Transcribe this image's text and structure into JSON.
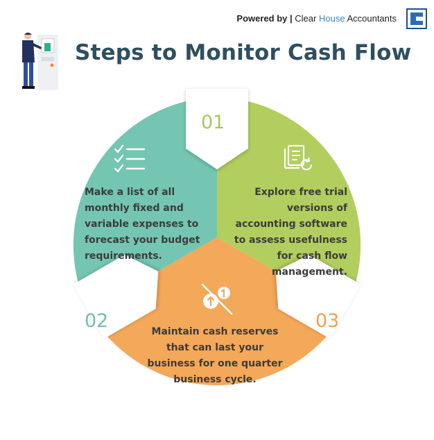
{
  "header": {
    "powered_by": "Powered by |",
    "brand_clear": "Clear",
    "brand_house": "House",
    "brand_accountants": "Accountants",
    "logo_icon": "clear-house-logo-icon"
  },
  "title": "Steps to Monitor Cash Flow",
  "illustration_icon": "person-at-atm-illustration",
  "colors": {
    "teal": "#74c6b2",
    "green": "#b2ce5e",
    "orange": "#f4a859",
    "title": "#2f4f5f"
  },
  "steps": [
    {
      "number": "01",
      "icon": "checklist-icon",
      "text": "Make a list of all monthly fixed and variable expenses to forecast your budget requirements."
    },
    {
      "number": "02",
      "icon": "document-refresh-icon",
      "text": "Explore free trial versions of accounting software to assess usefulness for cash flow management."
    },
    {
      "number": "03",
      "icon": "no-coins-icon",
      "text": "Maintain cash reserves that can last your business for one quarter business cycle."
    }
  ]
}
